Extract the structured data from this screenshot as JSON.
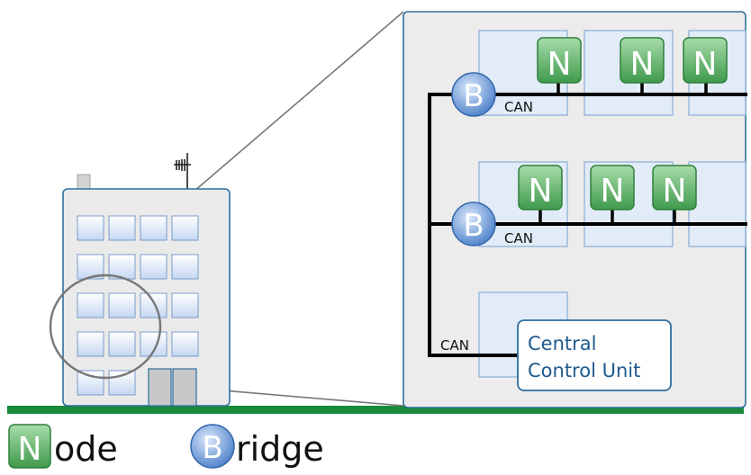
{
  "building": {
    "window_rows": 5,
    "window_cols": 4
  },
  "network": {
    "bus_label": "CAN",
    "node_letter": "N",
    "bridge_letter": "B",
    "central_unit": {
      "line1": "Central",
      "line2": "Control Unit"
    }
  },
  "legend": {
    "node_letter": "N",
    "node_suffix": "ode",
    "bridge_letter": "B",
    "bridge_suffix": "ridge"
  },
  "colors": {
    "ground": "#1a8a3a",
    "outline_blue": "#2e6f9e",
    "node_green": "#4fae5c",
    "bridge_blue": "#4f83c9",
    "panel_bg": "#ececec",
    "text_blue": "#1f5a8f"
  }
}
